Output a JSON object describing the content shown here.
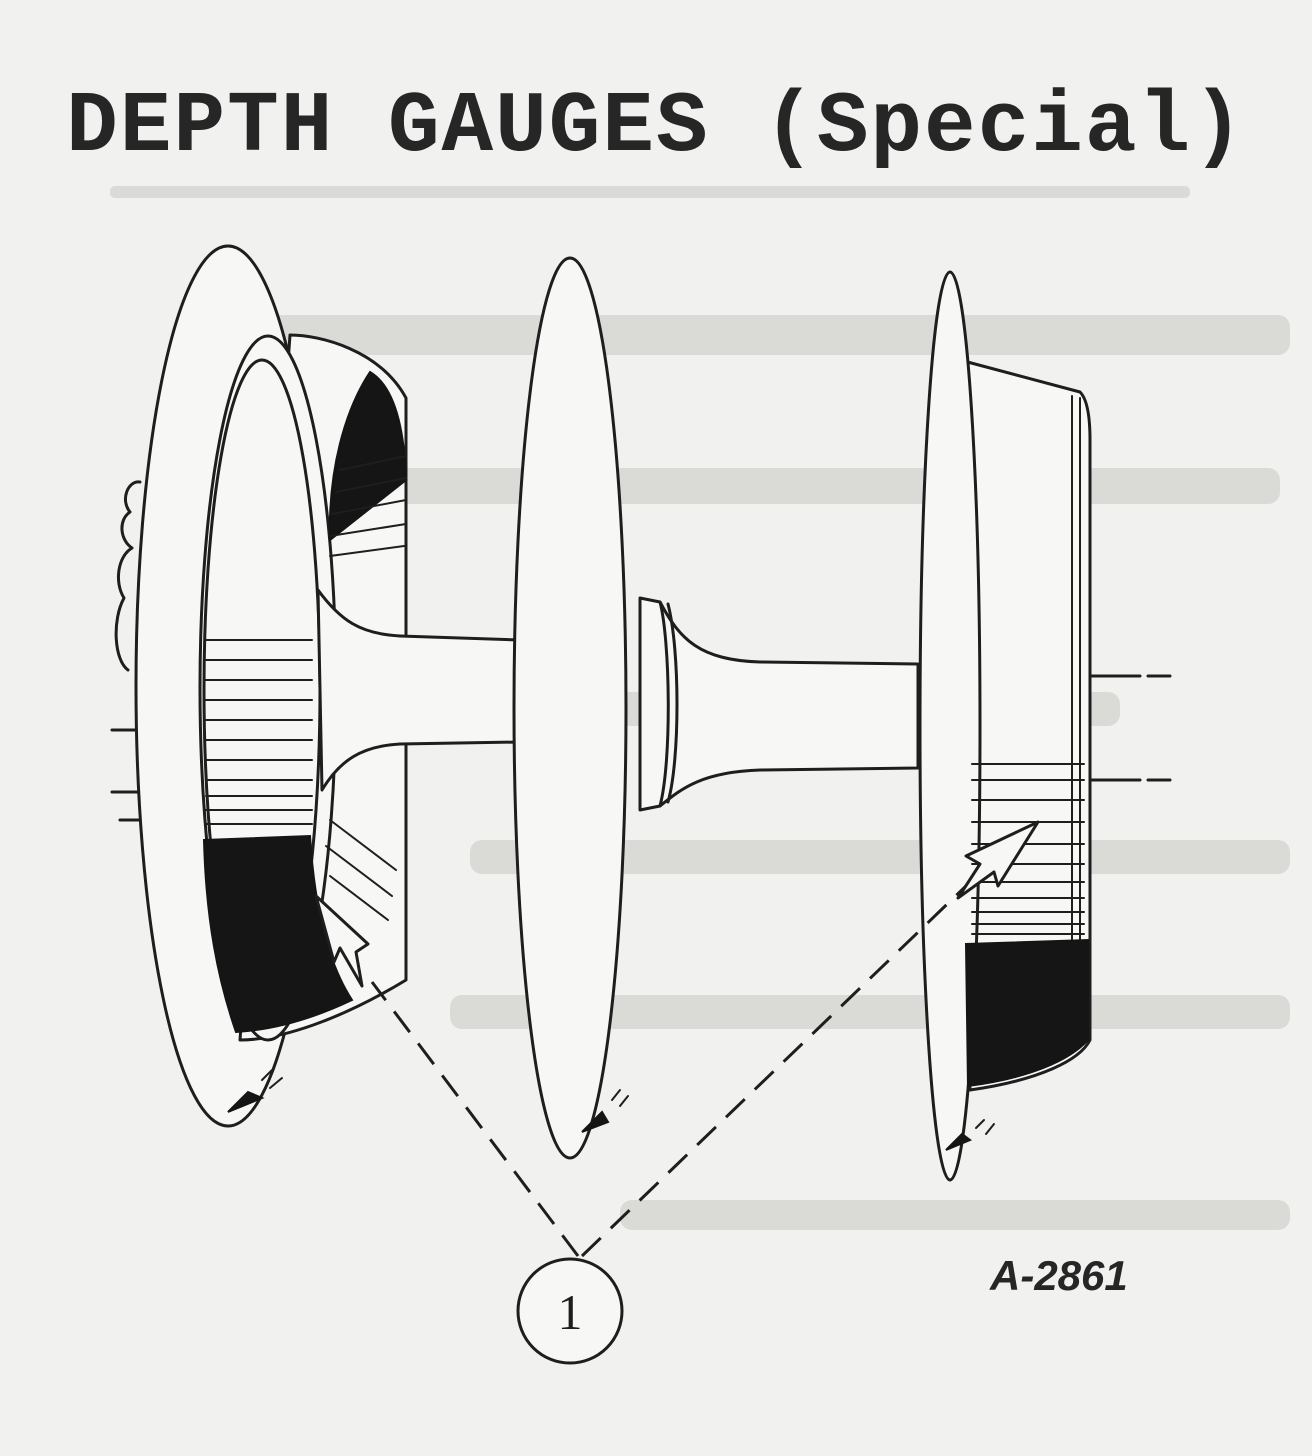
{
  "title": "DEPTH GAUGES (Special)",
  "figure_number": "A-2861",
  "callout": {
    "label": "1"
  },
  "colors": {
    "paper": "#f1f1ef",
    "ink": "#1e1e1e"
  }
}
